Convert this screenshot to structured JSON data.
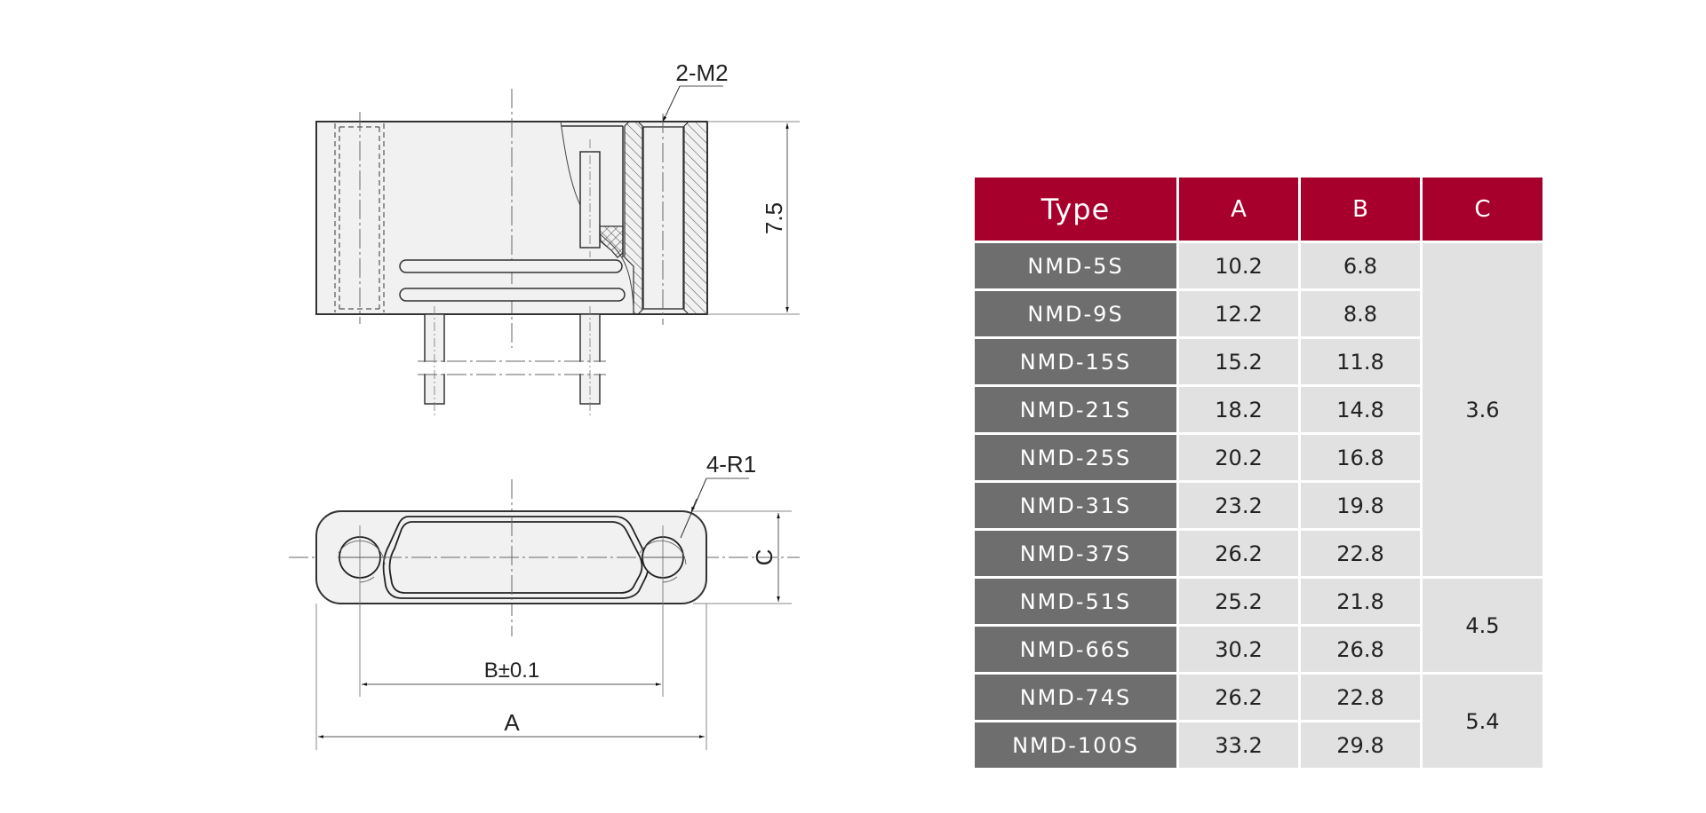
{
  "drawing": {
    "top_view": {
      "callout_thread": "2-M2",
      "height_dimension": "7.5"
    },
    "bottom_view": {
      "callout_radius": "4-R1",
      "dimension_c": "C",
      "dimension_b": "B±0.1",
      "dimension_a": "A"
    }
  },
  "table": {
    "colors": {
      "header": "#a8002c",
      "type_column": "#6e6e6e",
      "value_cells": "#e1e1e1"
    },
    "headers": {
      "type": "Type",
      "a": "A",
      "b": "B",
      "c": "C"
    },
    "rows": [
      {
        "type": "NMD-5S",
        "a": "10.2",
        "b": "6.8"
      },
      {
        "type": "NMD-9S",
        "a": "12.2",
        "b": "8.8"
      },
      {
        "type": "NMD-15S",
        "a": "15.2",
        "b": "11.8"
      },
      {
        "type": "NMD-21S",
        "a": "18.2",
        "b": "14.8"
      },
      {
        "type": "NMD-25S",
        "a": "20.2",
        "b": "16.8"
      },
      {
        "type": "NMD-31S",
        "a": "23.2",
        "b": "19.8"
      },
      {
        "type": "NMD-37S",
        "a": "26.2",
        "b": "22.8"
      },
      {
        "type": "NMD-51S",
        "a": "25.2",
        "b": "21.8"
      },
      {
        "type": "NMD-66S",
        "a": "30.2",
        "b": "26.8"
      },
      {
        "type": "NMD-74S",
        "a": "26.2",
        "b": "22.8"
      },
      {
        "type": "NMD-100S",
        "a": "33.2",
        "b": "29.8"
      }
    ],
    "c_groups": [
      {
        "value": "3.6",
        "rowspan": 7
      },
      {
        "value": "4.5",
        "rowspan": 2
      },
      {
        "value": "5.4",
        "rowspan": 2
      }
    ]
  }
}
